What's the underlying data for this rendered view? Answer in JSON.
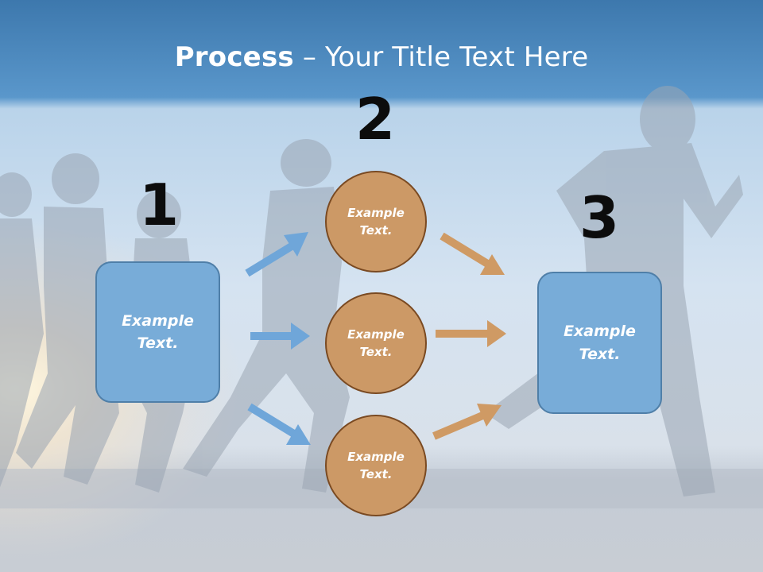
{
  "title": {
    "bold": "Process",
    "rest": " – Your Title Text Here"
  },
  "steps": [
    {
      "number": "1",
      "label": "Example\nText."
    },
    {
      "number": "2",
      "label": "Example\nText."
    },
    {
      "number": "3",
      "label": "Example\nText."
    }
  ],
  "middle_items": [
    {
      "label": "Example\nText."
    },
    {
      "label": "Example\nText."
    },
    {
      "label": "Example\nText."
    }
  ],
  "colors": {
    "box_fill": "#78acd8",
    "circle_fill": "#cc9966",
    "blue_arrow": "#6fa6d9",
    "orange_arrow": "#cf9a64"
  }
}
